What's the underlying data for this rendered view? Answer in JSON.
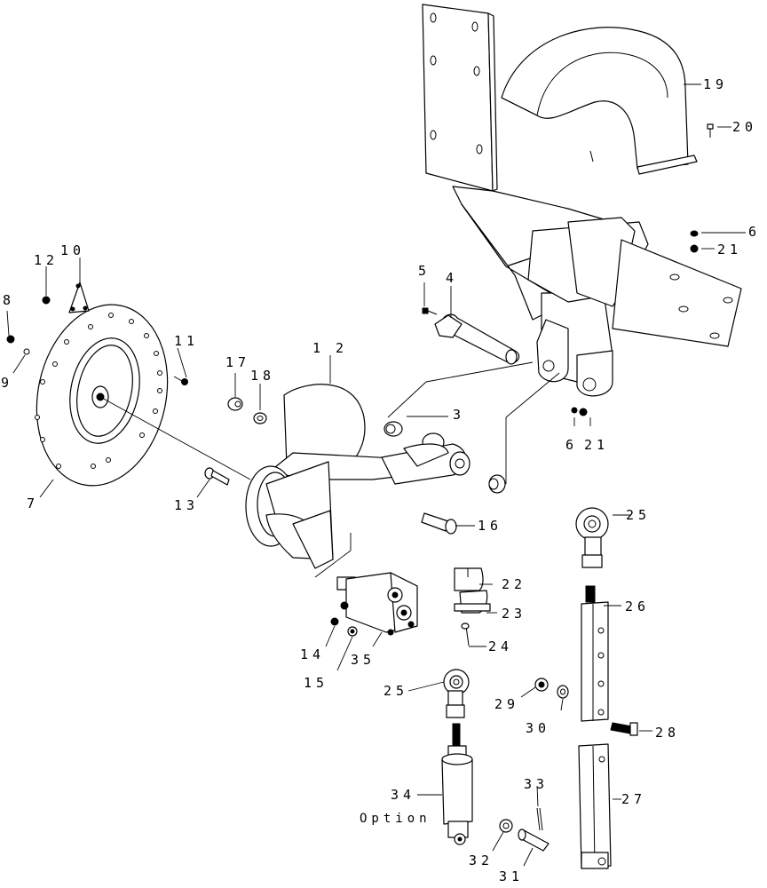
{
  "labels": {
    "l1": "1",
    "l2": "2",
    "l3": "3",
    "l4": "4",
    "l5": "5",
    "l6a": "6",
    "l6b": "6",
    "l7": "7",
    "l8": "8",
    "l9": "9",
    "l10": "10",
    "l11": "11",
    "l12": "12",
    "l13": "13",
    "l14": "14",
    "l15": "15",
    "l16": "16",
    "l17": "17",
    "l18": "18",
    "l19": "19",
    "l20": "20",
    "l21a": "21",
    "l21b": "21",
    "l22": "22",
    "l23": "23",
    "l24": "24",
    "l25a": "25",
    "l25b": "25",
    "l26": "26",
    "l27": "27",
    "l28": "28",
    "l29": "29",
    "l30": "30",
    "l31": "31",
    "l32": "32",
    "l33": "33",
    "l34": "34",
    "l35": "35"
  },
  "option_note": "Option",
  "colors": {
    "line": "#000000",
    "background": "#ffffff"
  }
}
